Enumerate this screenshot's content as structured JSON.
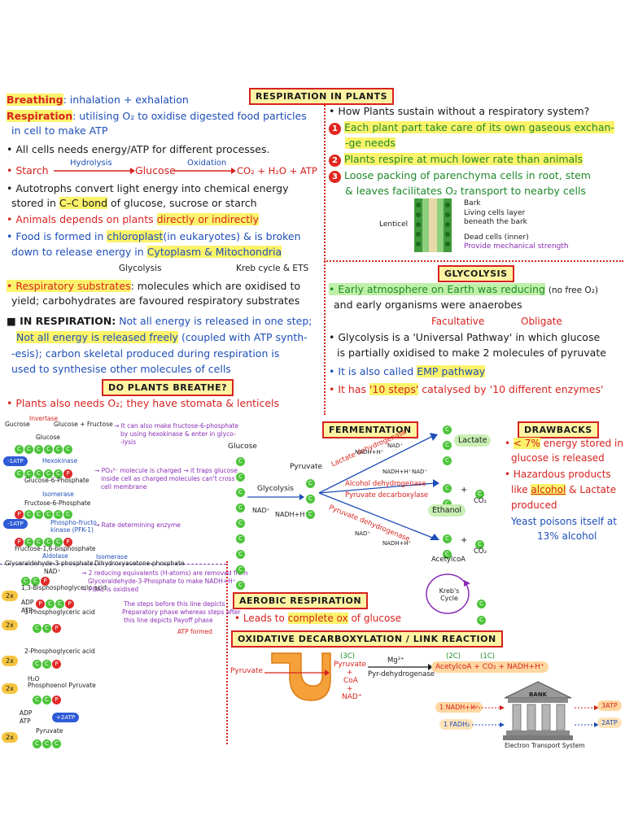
{
  "header_left": {
    "breathing_label": "Breathing",
    "breathing_text": ": inhalation + exhalation",
    "respiration_label": "Respiration",
    "respiration_text": ": utilising O₂ to oxidise digested food particles",
    "respiration_text2": "in cell to make ATP",
    "cells_need": "• All cells needs energy/ATP for different processes.",
    "starch": "• Starch",
    "hydrolysis": "Hydrolysis",
    "glucose": "Glucose",
    "oxidation": "Oxidation",
    "products": "CO₂ + H₂O + ATP",
    "autotrophs1": "• Autotrophs convert light energy into chemical energy",
    "autotrophs2": "stored in",
    "cc_bond": "C–C bond",
    "autotrophs3": "of glucose, sucrose or starch",
    "animals1": "• Animals depends on plants",
    "animals2": "directly or indirectly",
    "food1": "• Food is formed in",
    "chloroplast": "chloroplast",
    "food2": "(in eukaryotes) & is broken",
    "food3": "down to release energy in",
    "cytoplasm": "Cytoplasm & Mitochondria",
    "glycolysis_note": "Glycolysis",
    "kreb_note": "Kreb cycle & ETS",
    "resp_sub_label": "• Respiratory substrates",
    "resp_sub_text": ": molecules which are oxidised to",
    "resp_sub_text2": "yield; carbohydrates are favoured respiratory substrates",
    "in_resp_label": "■ IN RESPIRATION:",
    "in_resp_text": "Not all energy is released in one step;",
    "not_all_1": "Not all energy is released freely",
    "not_all_2": "(coupled with ATP synth-",
    "not_all_3": "-esis); carbon skeletal produced during respiration is",
    "not_all_4": "used to synthesise other molecules of cells",
    "do_plants_breathe": "DO PLANTS BREATHE?",
    "plants_need": "• Plants also needs O₂; they have stomata & lenticels"
  },
  "resp_in_plants": {
    "title": "RESPIRATION IN PLANTS",
    "question": "• How Plants sustain without a respiratory system?",
    "p1a": "Each plant part take care of its own gaseous exchan-",
    "p1b": "-ge needs",
    "p2": "Plants respire at much lower rate than animals",
    "p3a": "Loose packing of parenchyma cells in root, stem",
    "p3b": "& leaves facilitates O₂ transport to nearby cells",
    "n1": "1",
    "n2": "2",
    "n3": "3",
    "bark": "Bark",
    "living_cells": "Living cells layer",
    "beneath_bark": "beneath the bark",
    "lenticel": "Lenticel",
    "dead_cells": "Dead cells (inner)",
    "provide": "Provide mechanical strength"
  },
  "glycolysis": {
    "title": "GLYCOLYSIS",
    "early": "• Early atmosphere on Earth was reducing",
    "no_free": "(no free O₂)",
    "early2": "and early organisms were anaerobes",
    "facultative": "Facultative",
    "obligate": "Obligate",
    "universal1": "• Glycolysis is a 'Universal Pathway' in which glucose",
    "universal2": "is partially oxidised to make 2 molecules of pyruvate",
    "emp1": "• It is also called",
    "emp2": "EMP pathway",
    "steps1": "• It has",
    "steps2": "'10 steps'",
    "steps3": "catalysed by '10 different enzymes'"
  },
  "pathway": {
    "gucrose": "Gucrose",
    "invertase": "Invertase",
    "glucose_fructose": "Glucose + Fructose",
    "note1a": "→ It can also make fructose-6-phosphate",
    "note1b": "by using hexokinase & enter in glyco-",
    "note1c": "-lysis",
    "glucose_lbl": "Glucose",
    "atp": "ATP",
    "adp": "ADP",
    "hexokinase": "Hexokinase",
    "g6p": "Glucose-6-Phosphate",
    "note2a": "→ PO₄³⁻ molecule is charged → it traps glucose",
    "note2b": "inside cell as charged molecules can't cross",
    "note2c": "cell membrane",
    "isomerase": "Isomerase",
    "f6p": "Fructose-6-Phosphate",
    "pfk": "Phospho-fructo",
    "pfk2": "kinase (PFK-1)",
    "rate": "→ Rate determining enzyme",
    "f16bp": "Fructose-1,6-bisphosphate",
    "aldolase": "Aldolase",
    "g3p": "Glyceraldehyde-3-phosphate",
    "dhap": "Dihydroxyacetone-phosphate",
    "isomerase2": "Isomerase",
    "minus_atp": "-1ATP",
    "note3a": "→ 2 reducing equivalents (H-atoms) are removed from",
    "note3b": "Glyceraldehyde-3-Phosphate to make NADH+H⁺",
    "note3c": "→ PGAL is oxidised",
    "bpga": "1,3-Bisphosphoglyceric acid",
    "pga3": "3-Phosphoglyceric acid",
    "pga2": "2-Phosphoglyceric acid",
    "pep": "Phosphoenol Pyruvate",
    "pyruvate": "Pyruvate",
    "h2o": "H₂O",
    "plus_atp": "+2ATP",
    "x2": "2x",
    "note4a": "The steps before this line depicts",
    "note4b": "Preparatory phase whereas steps after",
    "note4c": "this line depicts Payoff phase",
    "atp_formed": "ATP formed",
    "nad": "NAD⁺"
  },
  "fermentation": {
    "title": "FERMENTATION",
    "glucose": "Glucose",
    "pyruvate": "Pyruvate",
    "glycolysis": "Glycolysis",
    "nad": "NAD⁺",
    "nadh": "NADH+H⁺",
    "ldh": "Lactate dehydrogenase",
    "adh": "Alcohol dehydrogenase",
    "pdc": "Pyruvate decarboxylase",
    "pdh": "Pyruvate dehydrogenase",
    "lactate": "Lactate",
    "ethanol": "Ethanol",
    "co2": "CO₂",
    "acetylcoa": "AcetylcoA",
    "krebs": "Kreb's Cycle"
  },
  "drawbacks": {
    "title": "DRAWBACKS",
    "d1a": "< 7%",
    "d1b": "energy stored in",
    "d1c": "glucose is released",
    "d2a": "• Hazardous products",
    "d2b": "like",
    "d2c": "alcohol",
    "d2d": "& Lactate",
    "d2e": "produced",
    "d3a": "Yeast poisons itself at",
    "d3b": "13% alcohol"
  },
  "aerobic": {
    "title": "AEROBIC RESPIRATION",
    "leads1": "• Leads to",
    "leads2": "complete ox",
    "leads3": "of glucose",
    "link_title": "OXIDATIVE DECARBOXYLATION / LINK REACTION",
    "pyruvate": "Pyruvate",
    "c3": "(3C)",
    "pyruvate2": "Pyruvate",
    "plus": "+",
    "coa": "CoA",
    "nad": "NAD⁺",
    "mg": "Mg²⁺",
    "pdh": "Pyr-dehydrogenase",
    "c2": "(2C)",
    "c1": "(1C)",
    "products": "AcetylcoA + CO₂ + NADH+H⁺",
    "bank": "BANK",
    "nadh_in": "1 NADH+H⁺",
    "atp3": "3ATP",
    "fadh": "1 FADH₂",
    "atp2": "2ATP",
    "ets": "Electron Transport System"
  }
}
